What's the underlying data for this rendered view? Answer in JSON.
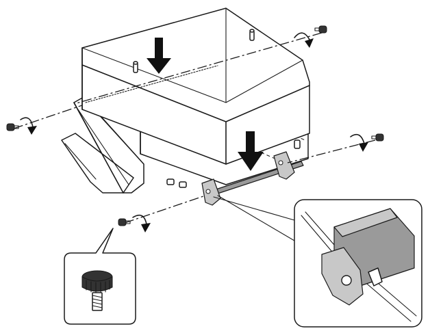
{
  "diagram": {
    "colors": {
      "line": "#1a1a1a",
      "part_shade": "#9a9a9a",
      "detail_shade": "#c8c8c8",
      "background": "#ffffff"
    },
    "parts": [
      "printer-body",
      "cassette-stand",
      "paper-support-tray",
      "front-rail",
      "thumb-screw"
    ],
    "screw_count": 4,
    "insertion_arrow_count": 2,
    "detail_callouts": [
      "thumb-screw-detail",
      "rail-bracket-detail"
    ]
  }
}
